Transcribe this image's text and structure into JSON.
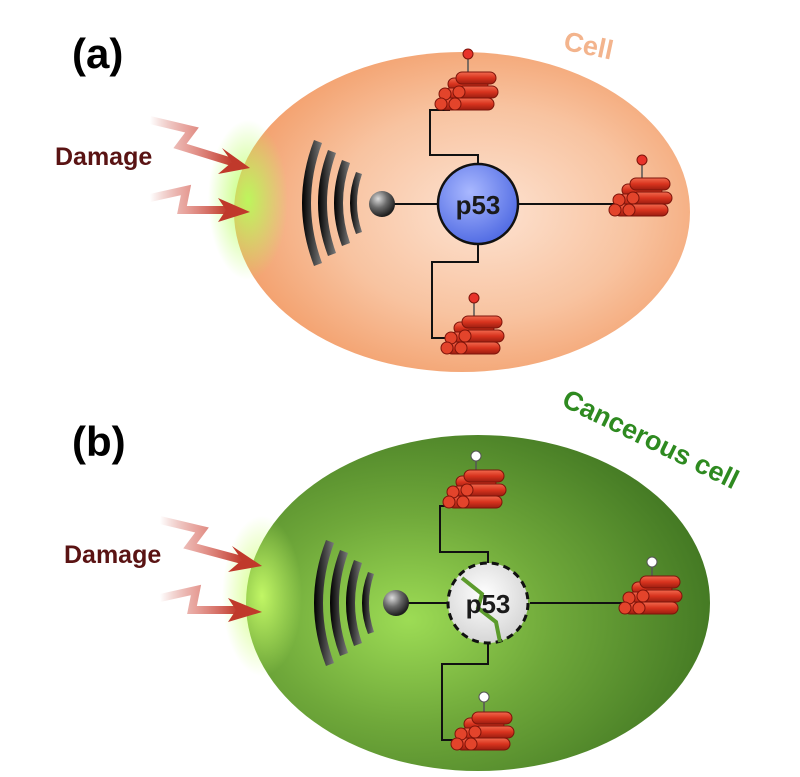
{
  "panel_a": {
    "label": "(a)",
    "cell_label": "Cell",
    "damage_label": "Damage",
    "node_label": "p53",
    "cell_color": "#f5a978",
    "node_color": "#6f86ef",
    "tnt_light_color": "#e8332a"
  },
  "panel_b": {
    "label": "(b)",
    "cell_label": "Cancerous cell",
    "damage_label": "Damage",
    "node_label": "p53",
    "cell_color": "#5c9b2c",
    "node_color": "#e6e6e6",
    "tnt_light_color": "#ffffff"
  },
  "colors": {
    "damage_text": "#5a1313",
    "arrow": "#c0392b",
    "tnt_red": "#d8331e",
    "cancer_label": "#2e8a20",
    "cell_label_a": "#f3b48d"
  },
  "icons": [
    "damage-arrow-icon",
    "signal-waves-icon",
    "sensor-ball-icon",
    "tnt-bundle-icon",
    "fuse-light-icon"
  ]
}
